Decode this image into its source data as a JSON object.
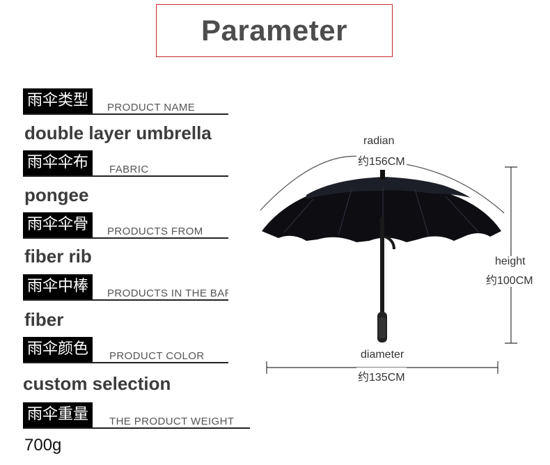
{
  "title": "Parameter",
  "specs": [
    {
      "label_cn": "雨伞类型",
      "label_en": "PRODUCT NAME",
      "value": "double layer umbrella"
    },
    {
      "label_cn": "雨伞伞布",
      "label_en": "FABRIC",
      "value": "pongee"
    },
    {
      "label_cn": "雨伞伞骨",
      "label_en": "PRODUCTS FROM",
      "value": "fiber rib"
    },
    {
      "label_cn": "雨伞中棒",
      "label_en": "PRODUCTS IN THE BAR",
      "value": "fiber"
    },
    {
      "label_cn": "雨伞颜色",
      "label_en": "PRODUCT COLOR",
      "value": "custom selection"
    },
    {
      "label_cn": "雨伞重量",
      "label_en": "THE PRODUCT WEIGHT",
      "value": "700g"
    }
  ],
  "dimensions": {
    "radian_label": "radian",
    "radian_value": "约156CM",
    "height_label": "height",
    "height_value": "约100CM",
    "diameter_label": "diameter",
    "diameter_value": "约135CM"
  }
}
